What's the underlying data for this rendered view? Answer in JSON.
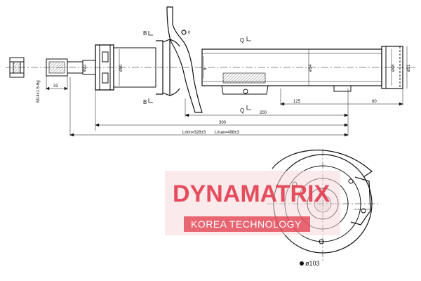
{
  "drawing": {
    "section_labels": {
      "b_top": "B",
      "b_bottom": "B",
      "q_top": "Q",
      "q_bottom": "Q"
    },
    "thread_label": "M14x1.5-6g",
    "dims": {
      "d22": "ø22",
      "d50": "ø50",
      "d54": "ø54",
      "d48": "ø48",
      "d51": "ø51",
      "angle_small": "0",
      "small_5": "5",
      "len_33": "33",
      "len_125": "125",
      "len_60": "60",
      "len_200": "200",
      "len_300": "300",
      "lmin": "Lmin=328±3",
      "lmax": "Lmax=498±3",
      "d103": "ø103"
    },
    "watermark": {
      "brand": "DYNAMATRIX",
      "tagline": "KOREA TECHNOLOGY"
    }
  }
}
